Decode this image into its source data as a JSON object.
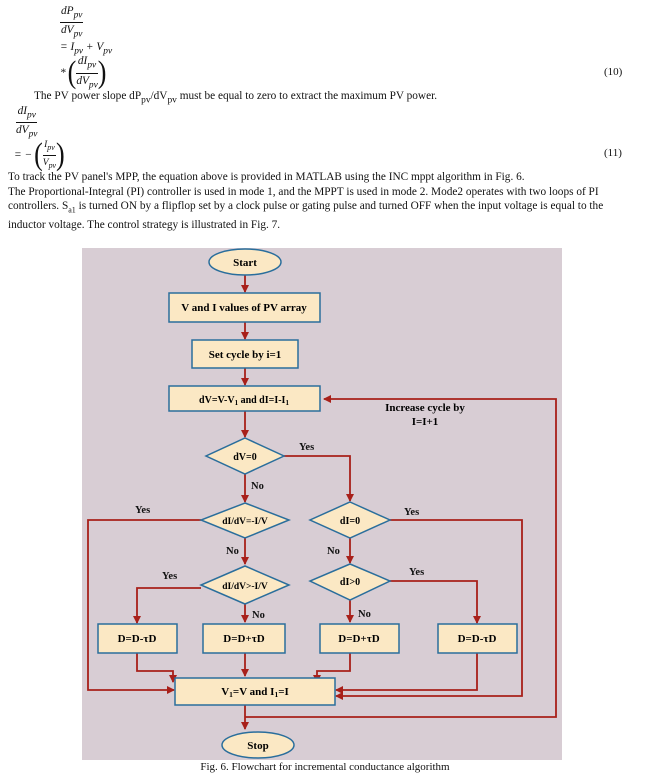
{
  "equations": {
    "eq10": {
      "lhs_num": "dP",
      "lhs_num_sub": "pv",
      "lhs_den": "dV",
      "lhs_den_sub": "pv",
      "line2": "= I",
      "line2_sub1": "pv",
      "line2_mid": " + V",
      "line2_sub2": "pv",
      "star": "*",
      "frac_num": "dI",
      "frac_num_sub": "pv",
      "frac_den": "dV",
      "frac_den_sub": "pv",
      "number": "(10)"
    },
    "eq11": {
      "lhs_num": "dI",
      "lhs_num_sub": "pv",
      "lhs_den": "dV",
      "lhs_den_sub": "pv",
      "rhs_prefix": "= −",
      "frac_num": "I",
      "frac_num_sub": "pv",
      "frac_den": "V",
      "frac_den_sub": "pv",
      "number": "(11)"
    }
  },
  "text": {
    "sentence_slope_a": "The PV power slope dP",
    "sentence_slope_sub1": "pv",
    "sentence_slope_b": "/dV",
    "sentence_slope_sub2": "pv",
    "sentence_slope_c": " must be equal to zero to extract the maximum PV power.",
    "para1_line1": "To track the PV panel's MPP, the equation above is provided in MATLAB using the INC mppt algorithm in Fig. 6.",
    "para1_line2": "The Proportional-Integral (PI) controller is used in mode 1, and the MPPT is used in mode 2. Mode2 operates with two loops of PI",
    "para1_line3a": "controllers. S",
    "para1_line3_sub": "a1",
    "para1_line3b": " is turned ON by a flipflop set by a clock pulse or gating pulse and turned OFF when the input voltage is equal to the",
    "para1_line4": "inductor voltage. The control strategy is illustrated in Fig. 7."
  },
  "flowchart": {
    "start": "Start",
    "read": "V and I values of PV array",
    "set_cycle": "Set cycle by i=1",
    "deltas": "dV=V-V",
    "deltas_sub": "1",
    "deltas_b": " and dI=I-I",
    "deltas_sub2": "1",
    "increase_line1": "Increase cycle by",
    "increase_line2": "I=I+1",
    "dv0": "dV=0",
    "di_eq": "dI/dV=-I/V",
    "di0": "dI=0",
    "di_gt": "dI/dV>-I/V",
    "di_gt0": "dI>0",
    "box1": "D=D-τD",
    "box2": "D=D+τD",
    "box3": "D=D+τD",
    "box4": "D=D-τD",
    "update": "V",
    "update_sub1": "1",
    "update_b": "=V and I",
    "update_sub2": "1",
    "update_c": "=I",
    "stop": "Stop",
    "yes": "Yes",
    "no": "No"
  },
  "caption": "Fig. 6. Flowchart for incremental conductance algorithm",
  "colors": {
    "background": "#d8cdd4",
    "node_fill": "#fbe8c4",
    "node_stroke": "#2a6e9c",
    "arrow": "#a8201a"
  }
}
